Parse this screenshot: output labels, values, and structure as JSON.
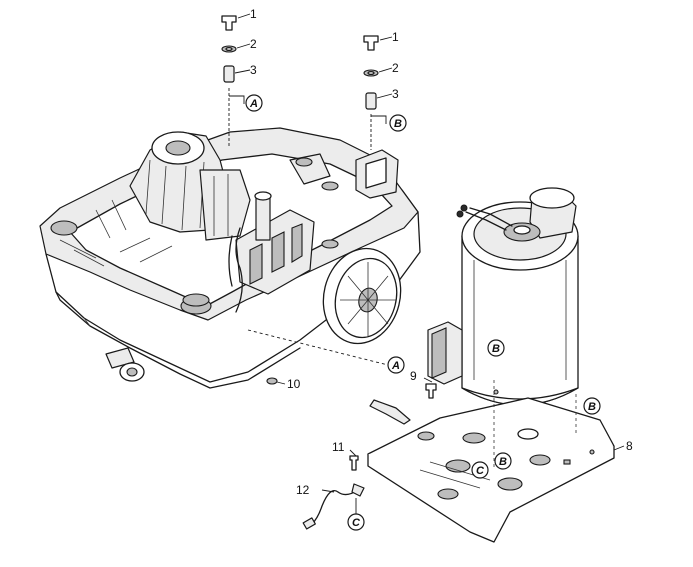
{
  "callouts": {
    "c1a": "1",
    "c2a": "2",
    "c3a": "3",
    "c1b": "1",
    "c2b": "2",
    "c3b": "3",
    "c8": "8",
    "c9": "9",
    "c10": "10",
    "c11": "11",
    "c12": "12"
  },
  "references": {
    "ref_a_top": "A",
    "ref_b_top": "B",
    "ref_a_mid": "A",
    "ref_b_motor": "B",
    "ref_b_plate": "B",
    "ref_b_plate2": "B",
    "ref_c_plate": "C",
    "ref_c_cable": "C"
  }
}
